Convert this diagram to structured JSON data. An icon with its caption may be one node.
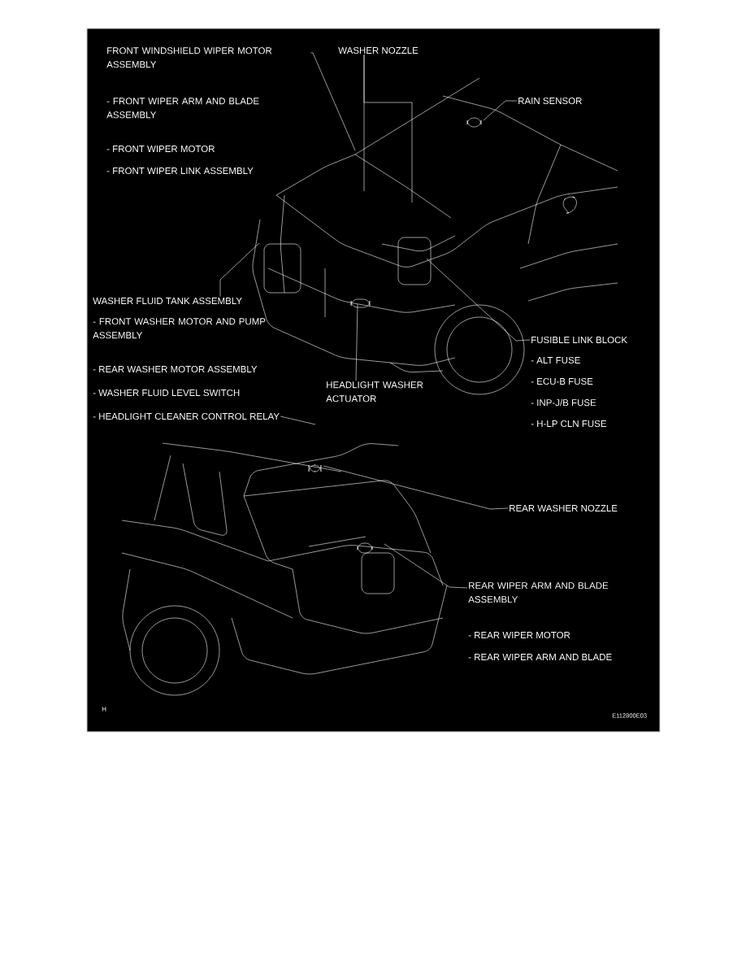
{
  "diagram": {
    "nodes": [
      {
        "text": [
          "FRONT WINDSHIELD WIPER MOTOR ASSEMBLY"
        ]
      },
      {
        "text": [
          "WASHER NOZZLE"
        ]
      },
      {
        "text": [
          "RAIN SENSOR"
        ]
      },
      {
        "text": [
          "WASHER FLUID TANK ASSEMBLY"
        ]
      },
      {
        "text": [
          "FUSIBLE LINK BLOCK"
        ]
      },
      {
        "text": [
          "HEADLIGHT WASHER ACTUATOR"
        ]
      },
      {
        "text": [
          "- HEADLIGHT CLEANER CONTROL RELAY"
        ]
      },
      {
        "text": [
          "REAR WASHER NOZZLE"
        ]
      },
      {
        "text": [
          "REAR WIPER ARM AND BLADE ASSEMBLY"
        ]
      }
    ],
    "edges": [
      {
        "from": 0,
        "to": null,
        "arrow": "none"
      },
      {
        "from": 1,
        "to": null,
        "arrow": "none"
      },
      {
        "from": 1,
        "to": null,
        "arrow": "none"
      },
      {
        "from": 2,
        "to": null,
        "arrow": "none"
      },
      {
        "from": 3,
        "to": null,
        "arrow": "none"
      },
      {
        "from": 4,
        "to": null,
        "arrow": "none"
      },
      {
        "from": 5,
        "to": null,
        "arrow": "none"
      },
      {
        "from": 6,
        "to": null,
        "arrow": "none"
      },
      {
        "from": 7,
        "to": null,
        "arrow": "none"
      },
      {
        "from": 8,
        "to": null,
        "arrow": "none"
      }
    ],
    "labels": [
      "- FRONT WIPER ARM AND BLADE ASSEMBLY",
      "- FRONT WIPER MOTOR",
      "- FRONT WIPER LINK ASSEMBLY",
      "- FRONT WASHER MOTOR AND PUMP ASSEMBLY",
      "- REAR WASHER MOTOR ASSEMBLY",
      "- WASHER FLUID LEVEL SWITCH",
      "- ALT FUSE",
      "- ECU-B FUSE",
      "- INP-J/B FUSE",
      "- H-LP CLN FUSE",
      "- REAR WIPER MOTOR",
      "- REAR WIPER ARM AND BLADE",
      "H",
      "E112800E03"
    ]
  }
}
